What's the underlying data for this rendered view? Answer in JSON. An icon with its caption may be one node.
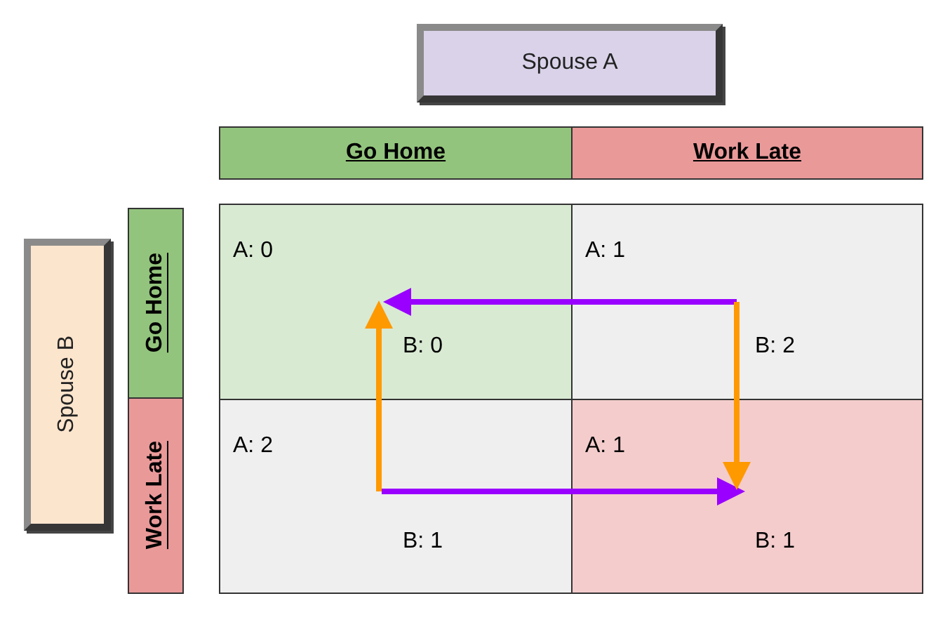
{
  "diagram": {
    "nodes": [
      {
        "text": [
          "Spouse A"
        ]
      },
      {
        "text": [
          "Go Home"
        ]
      },
      {
        "text": [
          "Work Late"
        ]
      },
      {
        "text": [
          "Spouse B"
        ]
      },
      {
        "text": [
          "Go Home"
        ]
      },
      {
        "text": [
          "Work Late"
        ]
      },
      {
        "text": [
          "A: 0",
          "B: 0"
        ]
      },
      {
        "text": [
          "A: 1",
          "B: 2"
        ]
      },
      {
        "text": [
          "A: 2",
          "B: 1"
        ]
      },
      {
        "text": [
          "A: 1",
          "B: 1"
        ]
      }
    ],
    "edges": [
      {
        "from": 7,
        "to": 6,
        "arrow": "to",
        "color": "#9900ff"
      },
      {
        "from": 8,
        "to": 6,
        "arrow": "to",
        "color": "#ff9900"
      },
      {
        "from": 8,
        "to": 9,
        "arrow": "to",
        "color": "#9900ff"
      },
      {
        "from": 7,
        "to": 9,
        "arrow": "to",
        "color": "#ff9900"
      }
    ]
  }
}
